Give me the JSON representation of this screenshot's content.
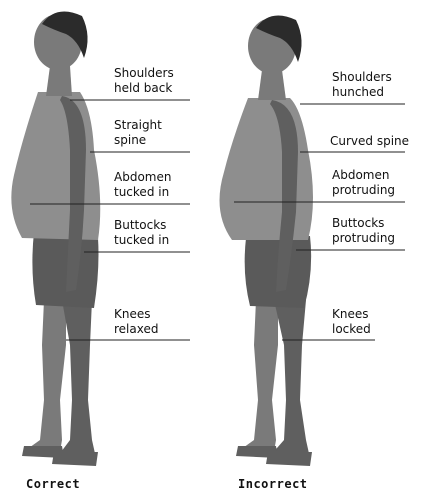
{
  "panels": [
    {
      "caption": "Correct",
      "labels": {
        "shoulders": [
          "Shoulders",
          "held back"
        ],
        "spine": [
          "Straight",
          "spine"
        ],
        "abdomen": [
          "Abdomen",
          "tucked in"
        ],
        "buttocks": [
          "Buttocks",
          "tucked in"
        ],
        "knees": [
          "Knees",
          "relaxed"
        ]
      }
    },
    {
      "caption": "Incorrect",
      "labels": {
        "shoulders": [
          "Shoulders",
          "hunched"
        ],
        "spine": [
          "Curved spine"
        ],
        "abdomen": [
          "Abdomen",
          "protruding"
        ],
        "buttocks": [
          "Buttocks",
          "protruding"
        ],
        "knees": [
          "Knees",
          "locked"
        ]
      }
    }
  ],
  "colors": {
    "skin": "#7a7a7a",
    "skin_shadow": "#5f5f5f",
    "top": "#8e8e8e",
    "shorts": "#5a5a5a",
    "hair": "#2b2b2b",
    "line": "#222222"
  }
}
